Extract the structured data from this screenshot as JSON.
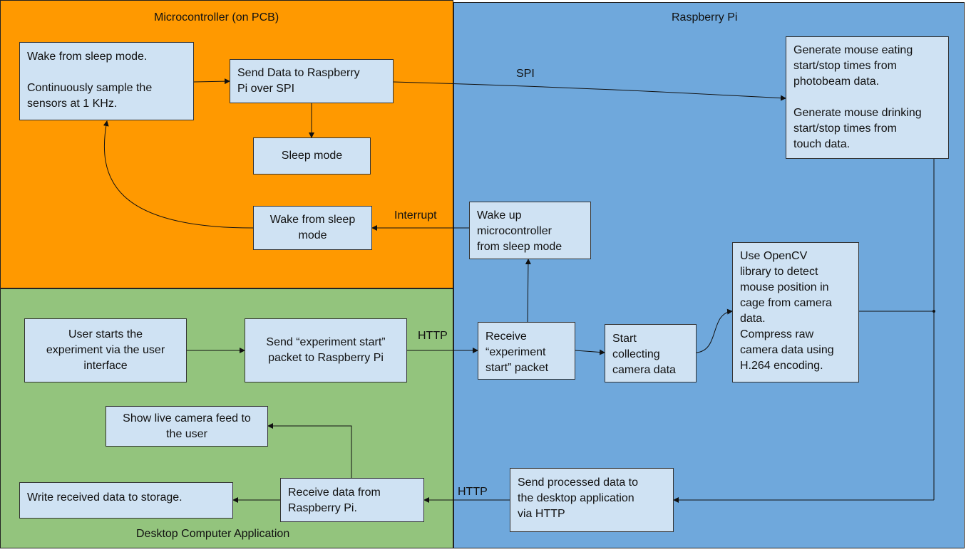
{
  "regions": {
    "microcontroller": {
      "title": "Microcontroller (on PCB)",
      "color": "#ff9900"
    },
    "raspberry_pi": {
      "title": "Raspberry Pi",
      "color": "#6fa8dc"
    },
    "desktop": {
      "title": "Desktop Computer Application",
      "color": "#93c47d"
    }
  },
  "box_color": "#cfe2f3",
  "nodes": {
    "wake_sample": [
      "Wake from sleep mode.",
      "",
      "Continuously sample the",
      "sensors at 1 KHz."
    ],
    "send_spi": [
      "Send Data to Raspberry",
      "Pi over SPI"
    ],
    "sleep_mode": [
      "Sleep mode"
    ],
    "wake_from_sleep": [
      "Wake from sleep",
      "mode"
    ],
    "generate_times": [
      "Generate mouse eating",
      "start/stop times from",
      "photobeam data.",
      "",
      "Generate mouse drinking",
      "start/stop times from",
      "touch data."
    ],
    "wake_micro": [
      "Wake up",
      "microcontroller",
      "from sleep mode"
    ],
    "opencv": [
      "Use OpenCV",
      "library to detect",
      "mouse position in",
      "cage from camera",
      "data.",
      "Compress raw",
      "camera data using",
      "H.264 encoding."
    ],
    "receive_start": [
      "Receive",
      "“experiment",
      "start” packet"
    ],
    "start_camera": [
      "Start",
      "collecting",
      "camera data"
    ],
    "send_processed": [
      "Send processed data to",
      "the desktop application",
      "via HTTP"
    ],
    "user_starts": [
      "User starts the",
      "experiment via the user",
      "interface"
    ],
    "send_start_packet": [
      "Send “experiment start”",
      "packet to Raspberry Pi"
    ],
    "show_feed": [
      "Show live camera feed to",
      "the user"
    ],
    "write_storage": [
      "Write received data to storage."
    ],
    "receive_data": [
      "Receive data from",
      "Raspberry Pi."
    ]
  },
  "edge_labels": {
    "spi": "SPI",
    "interrupt": "Interrupt",
    "http_request": "HTTP",
    "http_response": "HTTP"
  }
}
